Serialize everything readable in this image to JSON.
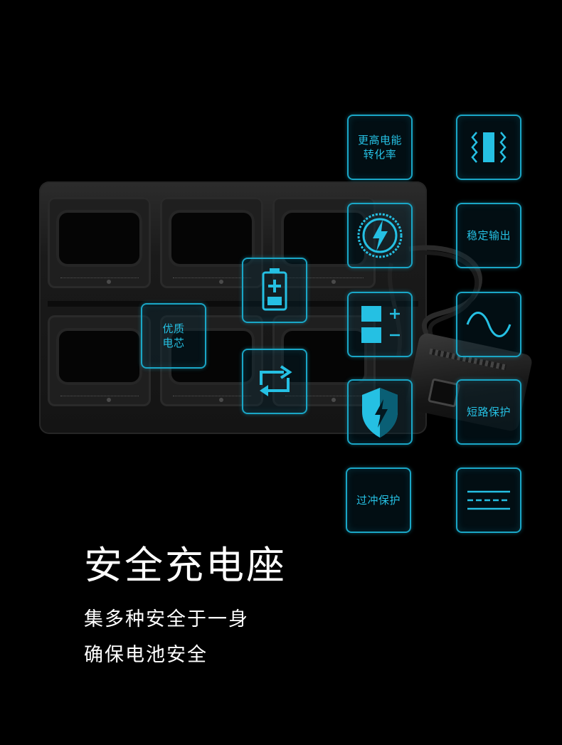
{
  "features": {
    "efficiency_label": "更高电能\n转化率",
    "stable_output_label": "稳定输出",
    "quality_cell_label": "优质\n电芯",
    "short_circuit_label": "短路保护",
    "overcharge_label": "过冲保护"
  },
  "icons": [
    "vibration-icon",
    "lightning-circle-icon",
    "battery-charge-icon",
    "polarity-icon",
    "sine-wave-icon",
    "cycle-arrows-icon",
    "shield-bolt-icon",
    "wire-lines-icon"
  ],
  "colors": {
    "accent": "#25c0e3",
    "background": "#000000"
  },
  "heading": {
    "title": "安全充电座",
    "subtitle_line1": "集多种安全于一身",
    "subtitle_line2": "确保电池安全"
  }
}
